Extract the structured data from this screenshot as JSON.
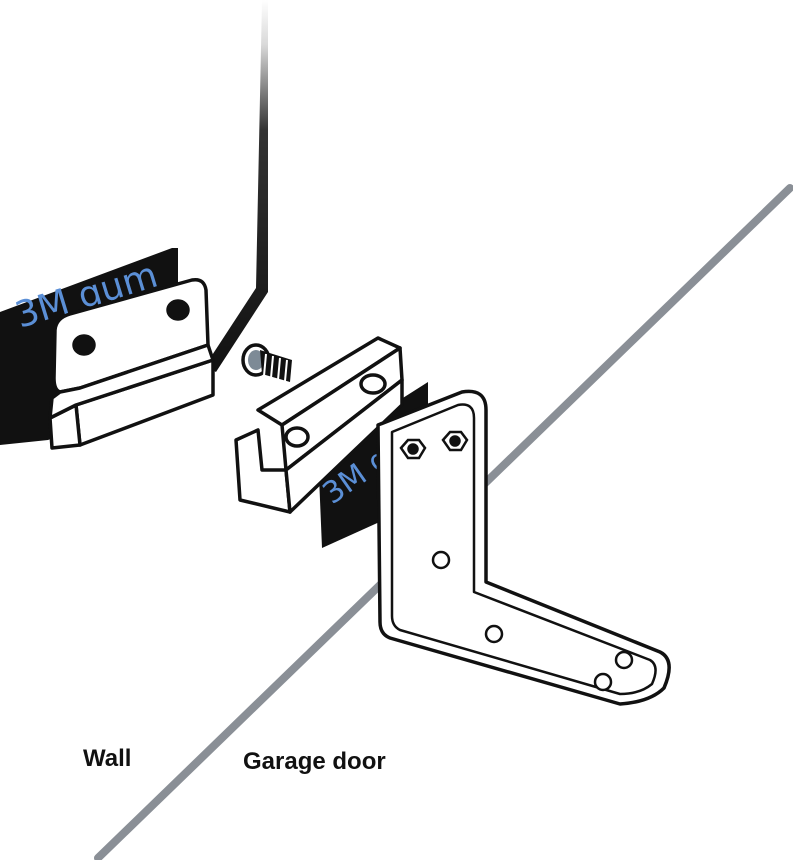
{
  "labels": {
    "wall": "Wall",
    "garage_door": "Garage door"
  },
  "tape_labels": {
    "wall_tape": "3M gum",
    "door_tape": "3M g"
  },
  "colors": {
    "outline": "#111111",
    "tape": "#111111",
    "tape_text": "#5b8fd6",
    "door_edge": "#8a8f96",
    "screw_steel": "#7d8a96"
  }
}
